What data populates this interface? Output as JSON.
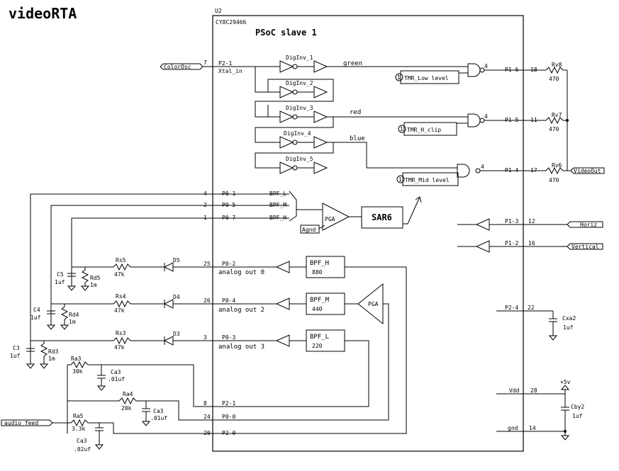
{
  "title": "videoRTA",
  "chip": {
    "ref": "U2",
    "part": "CY8C29466",
    "name": "PSoC   slave 1"
  },
  "blocks": {
    "diginv1": "DigInv_1",
    "diginv2": "DigInv_2",
    "diginv3": "DigInv_3",
    "diginv4": "DigInv_4",
    "diginv5": "DigInv_5",
    "green": "green",
    "red": "red",
    "blue": "blue",
    "tmr_low": "TMR_Low level",
    "tmr_hclip": "TMR_H_clip",
    "tmr_mid": "TMR_Mid level",
    "tmr_num": "1",
    "pga": "PGA",
    "agnd": "Agnd",
    "sar6": "SAR6",
    "bpf_h": "BPF_H",
    "bpf_h_val": "880",
    "bpf_m": "BPF_M",
    "bpf_m_val": "440",
    "bpf_l": "BPF_L",
    "bpf_l_val": "220",
    "pga2": "PGA",
    "aout0": "analog out 0",
    "aout2": "analog out 2",
    "aout3": "analog out 3",
    "inv_bubble": "4"
  },
  "pins": {
    "p21_num": "7",
    "p21": "P2-1",
    "xtal": "Xtal_in",
    "p01_num": "4",
    "p01": "P0-1",
    "bpf_l_sig": "BPF_L",
    "p05_num": "2",
    "p05": "P0-5",
    "bpf_m_sig": "BPF_M",
    "p07_num": "1",
    "p07": "P0-7",
    "bpf_h_sig": "BPF_H",
    "p02_num": "25",
    "p02": "P0-2",
    "p04_num": "26",
    "p04": "P0-4",
    "p03_num": "3",
    "p03": "P0-3",
    "p2_1b_num": "8",
    "p2_1b": "P2-1",
    "p00_num": "24",
    "p00": "P0-0",
    "p20_num": "20",
    "p20": "P2-0",
    "p16": "P1-6",
    "p16_num": "18",
    "p15": "P1-5",
    "p15_num": "11",
    "p14": "P1-4",
    "p14_num": "17",
    "p13": "P1-3",
    "p13_num": "12",
    "p12": "P1-2",
    "p12_num": "16",
    "p24": "P2-4",
    "p24_num": "22",
    "vdd": "Vdd",
    "vdd_num": "28",
    "gnd": "gnd",
    "gnd_num": "14"
  },
  "components": {
    "rv8": "Rv8",
    "rv8_val": "470",
    "rv7": "Rv7",
    "rv7_val": "470",
    "rv6": "Rv6",
    "rv6_val": "470",
    "rs5": "Rs5",
    "rs5_val": "47k",
    "rs4": "Rs4",
    "rs4_val": "47k",
    "rs3": "Rs3",
    "rs3_val": "47k",
    "d5": "D5",
    "d4": "D4",
    "d3": "D3",
    "c5": "C5",
    "c5_val": "1uf",
    "rd5": "Rd5",
    "rd5_val": "1m",
    "c4": "C4",
    "c4_val": "1uf",
    "rd4": "Rd4",
    "rd4_val": "1m",
    "c3": "C3",
    "c3_val": "1uf",
    "rd3": "Rd3",
    "rd3_val": "1m",
    "ra3": "Ra3",
    "ra3_val": "30k",
    "ca3a": "Ca3",
    "ca3a_val": ".01uf",
    "ra4": "Ra4",
    "ra4_val": "20k",
    "ca3b": "Ca3",
    "ca3b_val": ".01uf",
    "ra5": "Ra5",
    "ra5_val": "3.3k",
    "ca3c": "Ca3",
    "ca3c_val": ".02uf",
    "cxa2": "Cxa2",
    "cxa2_val": "1uf",
    "cby2": "Cby2",
    "cby2_val": "1uf",
    "vplus": "+5v"
  },
  "ports": {
    "colorosc": "ColorOsc",
    "videoout": "VideoOut",
    "horiz": "Horiz",
    "vertical": "Vertical",
    "audio": "audio feed"
  }
}
